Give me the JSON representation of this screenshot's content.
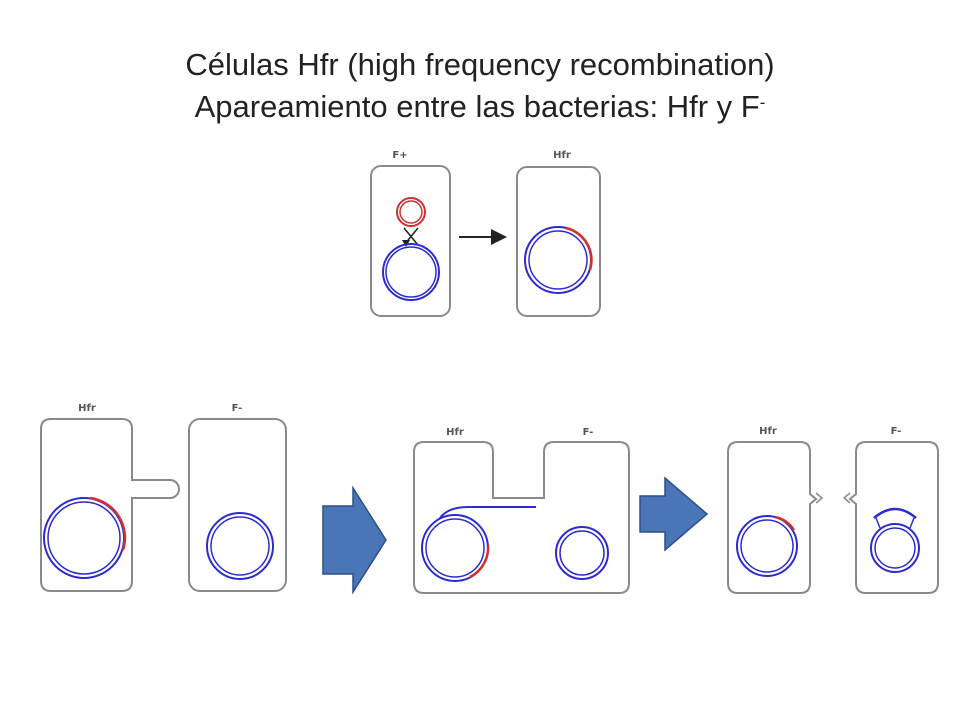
{
  "title": {
    "line1": "Células Hfr (high frequency recombination)",
    "line2": "Apareamiento entre las bacterias: Hfr y F",
    "line2_sup": "-"
  },
  "labels": {
    "f_plus": "F+",
    "hfr": "Hfr",
    "f_minus": "F-"
  },
  "colors": {
    "chromosome": "#2b2bd0",
    "plasmid": "#d03030",
    "cell_outline": "#8a8a8a",
    "arrow_fill": "#4a76b8",
    "arrow_stroke": "#2e4f87"
  }
}
